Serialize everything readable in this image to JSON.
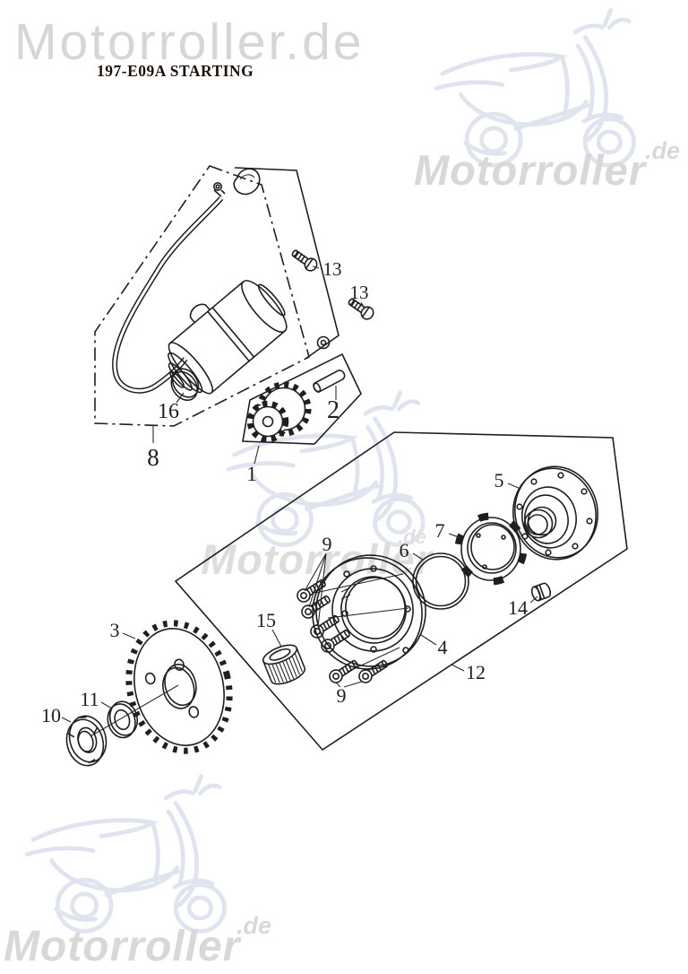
{
  "title": {
    "text": "197-E09A STARTING"
  },
  "watermarks": {
    "wordmark_full": "Motorroller.de",
    "wordmark": "Motorroller",
    "suffix": ".de",
    "text_color": "#d6d6d6",
    "art_color": "#dfe4ee"
  },
  "diagram": {
    "subject": "starter motor and starter clutch exploded parts drawing",
    "callouts": {
      "c1": "1",
      "c2": "2",
      "c3": "3",
      "c4": "4",
      "c5": "5",
      "c6": "6",
      "c7": "7",
      "c8": "8",
      "c9a": "9",
      "c9b": "9",
      "c10": "10",
      "c11": "11",
      "c12": "12",
      "c13a": "13",
      "c13b": "13",
      "c14": "14",
      "c15": "15",
      "c16": "16"
    }
  }
}
